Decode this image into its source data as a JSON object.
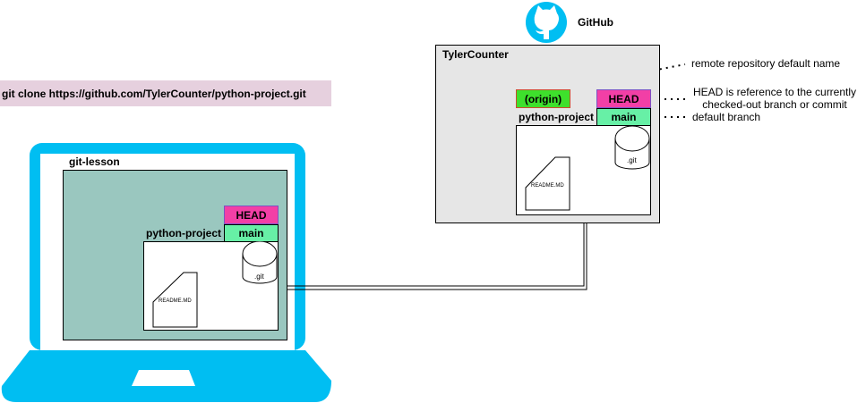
{
  "command": "git clone https://github.com/TylerCounter/python-project.git",
  "github_label": "GitHub",
  "remote": {
    "owner": "TylerCounter",
    "origin_label": "(origin)",
    "head_label": "HEAD",
    "branch_label": "main",
    "project_label": "python-project",
    "git_label": ".git",
    "readme_label": "README.MD"
  },
  "local": {
    "folder": "git-lesson",
    "head_label": "HEAD",
    "branch_label": "main",
    "project_label": "python-project",
    "git_label": ".git",
    "readme_label": "README.MD"
  },
  "notes": {
    "origin": "remote repository default name",
    "head_line1": "HEAD is reference to the currently",
    "head_line2": "checked-out branch or commit",
    "main": "default branch"
  },
  "colors": {
    "laptop": "#00bef2",
    "local_bg": "#9ac7bf",
    "remote_bg": "#e6e6e6",
    "head": "#f23fa6",
    "head_border": "#7b52c4",
    "main": "#67f0a6",
    "origin": "#3ee02c",
    "origin_border": "#c94d2e",
    "command_bg": "#e6d0de",
    "github_icon": "#00bef2"
  }
}
